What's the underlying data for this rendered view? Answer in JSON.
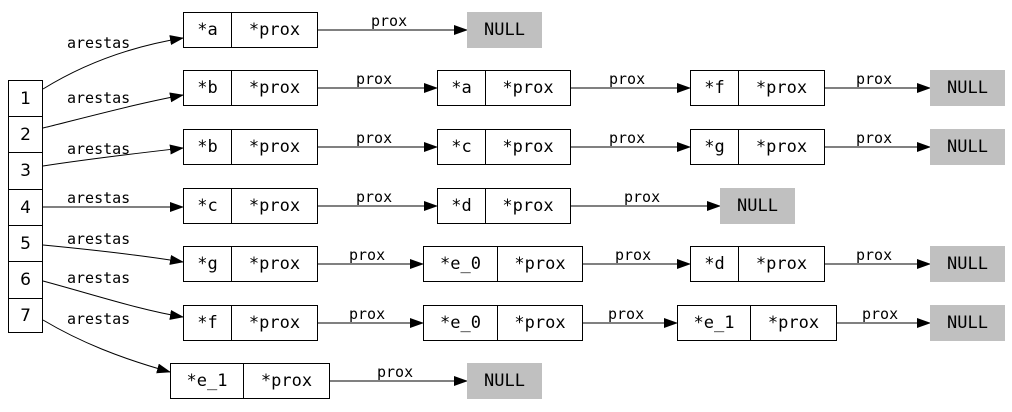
{
  "vertices": [
    "1",
    "2",
    "3",
    "4",
    "5",
    "6",
    "7"
  ],
  "edge_label": "arestas",
  "next_label": "prox",
  "null_label": "NULL",
  "lists": [
    [
      [
        "*a",
        "*prox"
      ]
    ],
    [
      [
        "*b",
        "*prox"
      ],
      [
        "*a",
        "*prox"
      ],
      [
        "*f",
        "*prox"
      ]
    ],
    [
      [
        "*b",
        "*prox"
      ],
      [
        "*c",
        "*prox"
      ],
      [
        "*g",
        "*prox"
      ]
    ],
    [
      [
        "*c",
        "*prox"
      ],
      [
        "*d",
        "*prox"
      ]
    ],
    [
      [
        "*g",
        "*prox"
      ],
      [
        "*e_0",
        "*prox"
      ],
      [
        "*d",
        "*prox"
      ]
    ],
    [
      [
        "*f",
        "*prox"
      ],
      [
        "*e_0",
        "*prox"
      ],
      [
        "*e_1",
        "*prox"
      ]
    ],
    [
      [
        "*e_1",
        "*prox"
      ]
    ]
  ]
}
